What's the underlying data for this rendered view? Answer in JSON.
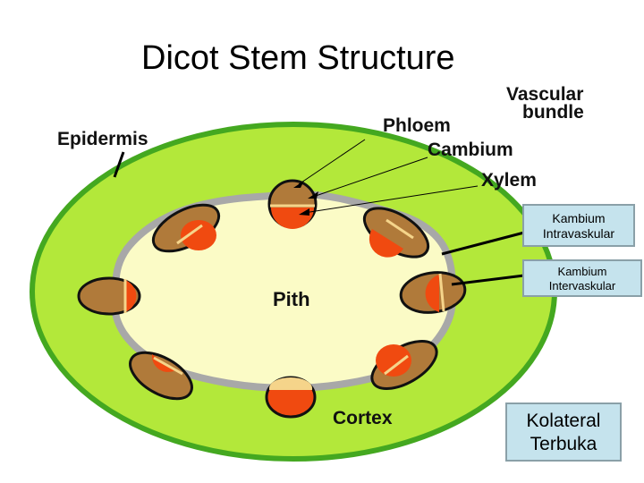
{
  "title": "Dicot Stem Structure",
  "labels": {
    "vascular_bundle_line1": "Vascular",
    "vascular_bundle_line2": "bundle",
    "phloem": "Phloem",
    "cambium": "Cambium",
    "xylem": "Xylem",
    "epidermis": "Epidermis",
    "pith": "Pith",
    "cortex": "Cortex"
  },
  "callouts": {
    "intravaskular_line1": "Kambium",
    "intravaskular_line2": "Intravaskular",
    "intervaskular_line1": "Kambium",
    "intervaskular_line2": "Intervaskular",
    "kolateral_line1": "Kolateral",
    "kolateral_line2": "Terbuka"
  },
  "colors": {
    "epidermis": "#44a820",
    "cortex": "#b3e83a",
    "pith": "#fbfbc6",
    "cambium_ring": "#a8a8a8",
    "xylem": "#f04a10",
    "phloem": "#b07a3a",
    "callout_box": "#c5e3ed"
  }
}
